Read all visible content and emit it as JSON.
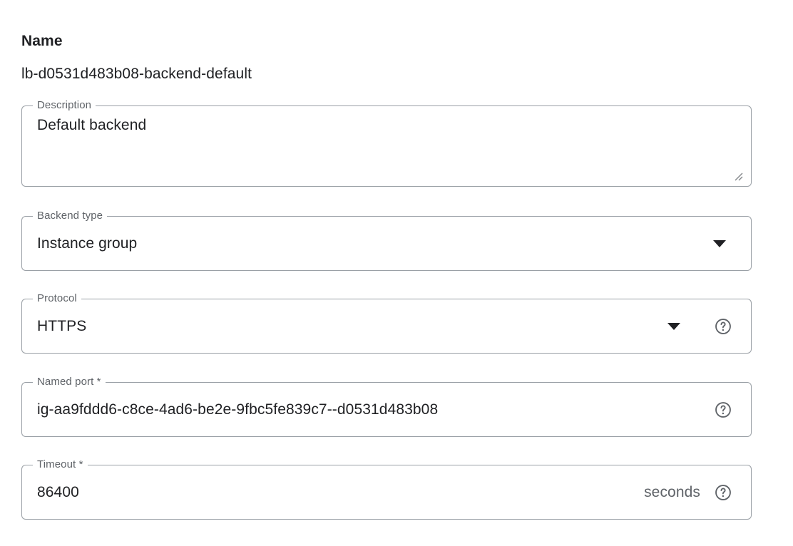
{
  "name_section": {
    "heading": "Name",
    "value": "lb-d0531d483b08-backend-default"
  },
  "fields": {
    "description": {
      "label": "Description",
      "value": "Default backend",
      "resize_icon": "resize-grip-icon"
    },
    "backend_type": {
      "label": "Backend type",
      "value": "Instance group",
      "dropdown_icon": "chevron-down-icon"
    },
    "protocol": {
      "label": "Protocol",
      "value": "HTTPS",
      "dropdown_icon": "chevron-down-icon",
      "help_icon": "help-circle-icon"
    },
    "named_port": {
      "label": "Named port *",
      "value": "ig-aa9fddd6-c8ce-4ad6-be2e-9fbc5fe839c7--d0531d483b08",
      "help_icon": "help-circle-icon"
    },
    "timeout": {
      "label": "Timeout *",
      "value": "86400",
      "suffix": "seconds",
      "help_icon": "help-circle-icon"
    }
  },
  "colors": {
    "text_primary": "#202124",
    "text_secondary": "#5f6368",
    "border": "#9aa0a6",
    "background": "#ffffff"
  }
}
